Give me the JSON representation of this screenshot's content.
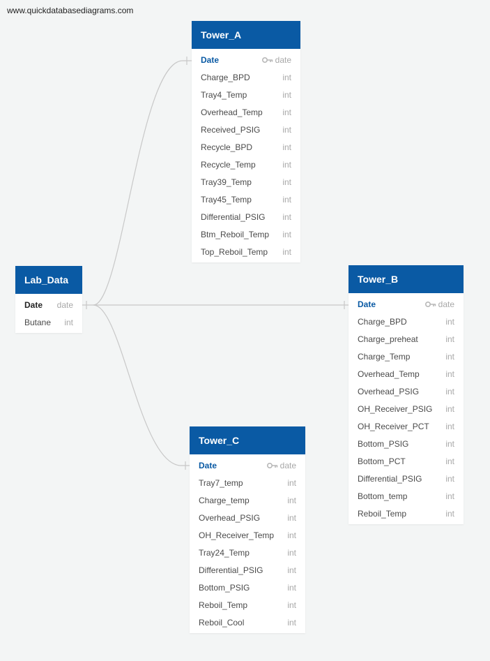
{
  "watermark": "www.quickdatabasediagrams.com",
  "colors": {
    "header": "#0a5aa4",
    "background": "#f3f5f5",
    "connector": "#c8c8c8"
  },
  "tables": {
    "tower_a": {
      "name": "Tower_A",
      "columns": [
        {
          "name": "Date",
          "type": "date",
          "pk": true
        },
        {
          "name": "Charge_BPD",
          "type": "int"
        },
        {
          "name": "Tray4_Temp",
          "type": "int"
        },
        {
          "name": "Overhead_Temp",
          "type": "int"
        },
        {
          "name": "Received_PSIG",
          "type": "int"
        },
        {
          "name": "Recycle_BPD",
          "type": "int"
        },
        {
          "name": "Recycle_Temp",
          "type": "int"
        },
        {
          "name": "Tray39_Temp",
          "type": "int"
        },
        {
          "name": "Tray45_Temp",
          "type": "int"
        },
        {
          "name": "Differential_PSIG",
          "type": "int"
        },
        {
          "name": "Btm_Reboil_Temp",
          "type": "int"
        },
        {
          "name": "Top_Reboil_Temp",
          "type": "int"
        }
      ]
    },
    "lab_data": {
      "name": "Lab_Data",
      "columns": [
        {
          "name": "Date",
          "type": "date"
        },
        {
          "name": "Butane",
          "type": "int"
        }
      ]
    },
    "tower_b": {
      "name": "Tower_B",
      "columns": [
        {
          "name": "Date",
          "type": "date",
          "pk": true
        },
        {
          "name": "Charge_BPD",
          "type": "int"
        },
        {
          "name": "Charge_preheat",
          "type": "int"
        },
        {
          "name": "Charge_Temp",
          "type": "int"
        },
        {
          "name": "Overhead_Temp",
          "type": "int"
        },
        {
          "name": "Overhead_PSIG",
          "type": "int"
        },
        {
          "name": "OH_Receiver_PSIG",
          "type": "int"
        },
        {
          "name": "OH_Receiver_PCT",
          "type": "int"
        },
        {
          "name": "Bottom_PSIG",
          "type": "int"
        },
        {
          "name": "Bottom_PCT",
          "type": "int"
        },
        {
          "name": "Differential_PSIG",
          "type": "int"
        },
        {
          "name": "Bottom_temp",
          "type": "int"
        },
        {
          "name": "Reboil_Temp",
          "type": "int"
        }
      ]
    },
    "tower_c": {
      "name": "Tower_C",
      "columns": [
        {
          "name": "Date",
          "type": "date",
          "pk": true
        },
        {
          "name": "Tray7_temp",
          "type": "int"
        },
        {
          "name": "Charge_temp",
          "type": "int"
        },
        {
          "name": "Overhead_PSIG",
          "type": "int"
        },
        {
          "name": "OH_Receiver_Temp",
          "type": "int"
        },
        {
          "name": "Tray24_Temp",
          "type": "int"
        },
        {
          "name": "Differential_PSIG",
          "type": "int"
        },
        {
          "name": "Bottom_PSIG",
          "type": "int"
        },
        {
          "name": "Reboil_Temp",
          "type": "int"
        },
        {
          "name": "Reboil_Cool",
          "type": "int"
        }
      ]
    }
  }
}
